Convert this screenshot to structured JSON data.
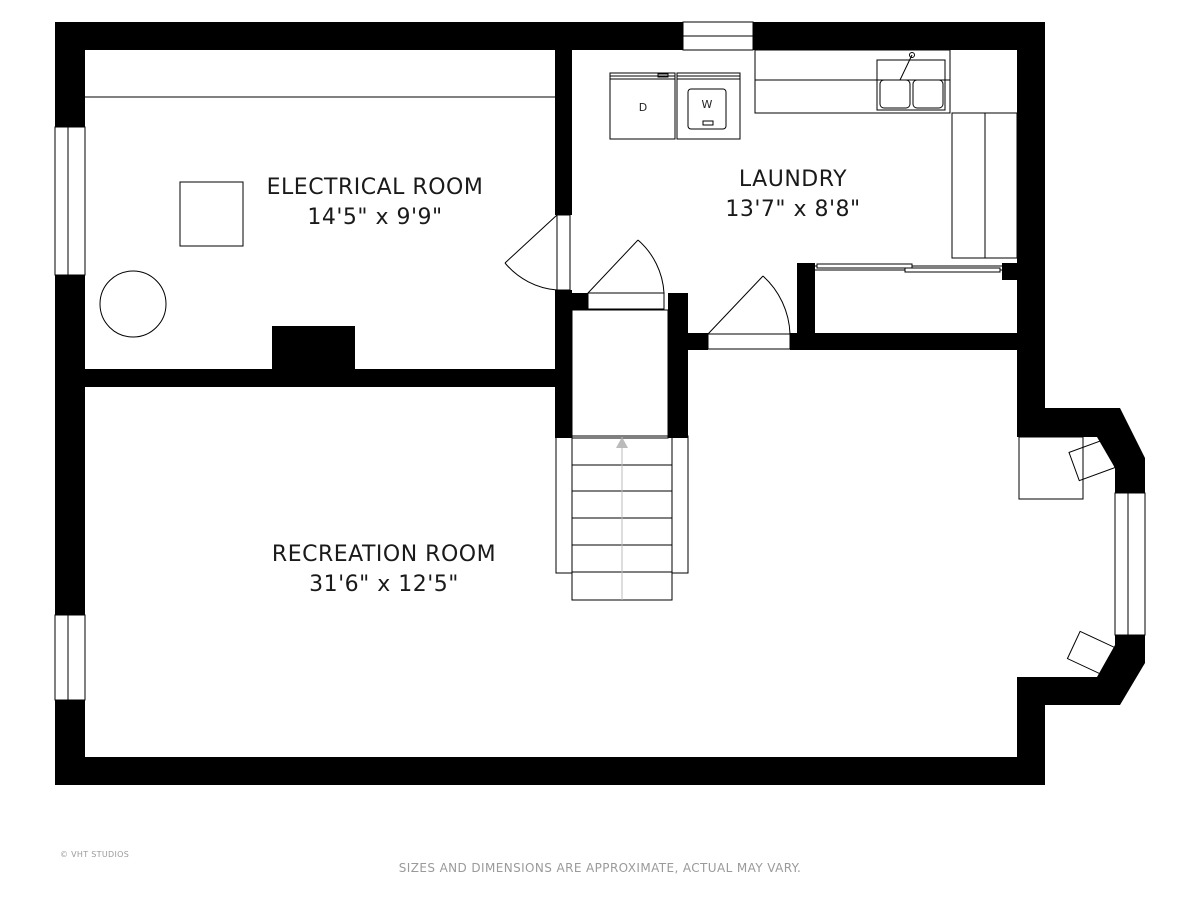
{
  "floorplan": {
    "rooms": [
      {
        "id": "electrical",
        "name": "ELECTRICAL ROOM",
        "dimensions": "14'5\" x 9'9\""
      },
      {
        "id": "laundry",
        "name": "LAUNDRY",
        "dimensions": "13'7\" x 8'8\""
      },
      {
        "id": "recreation",
        "name": "RECREATION ROOM",
        "dimensions": "31'6\" x 12'5\""
      }
    ],
    "appliances": {
      "dryer_label": "D",
      "washer_label": "W"
    }
  },
  "footer": {
    "credit": "© VHT STUDIOS",
    "disclaimer": "SIZES AND DIMENSIONS ARE APPROXIMATE, ACTUAL MAY VARY."
  },
  "colors": {
    "wall": "#000000",
    "background": "#ffffff",
    "footer_text": "#9a9a9a",
    "stair_arrow": "#bbbbbb"
  }
}
